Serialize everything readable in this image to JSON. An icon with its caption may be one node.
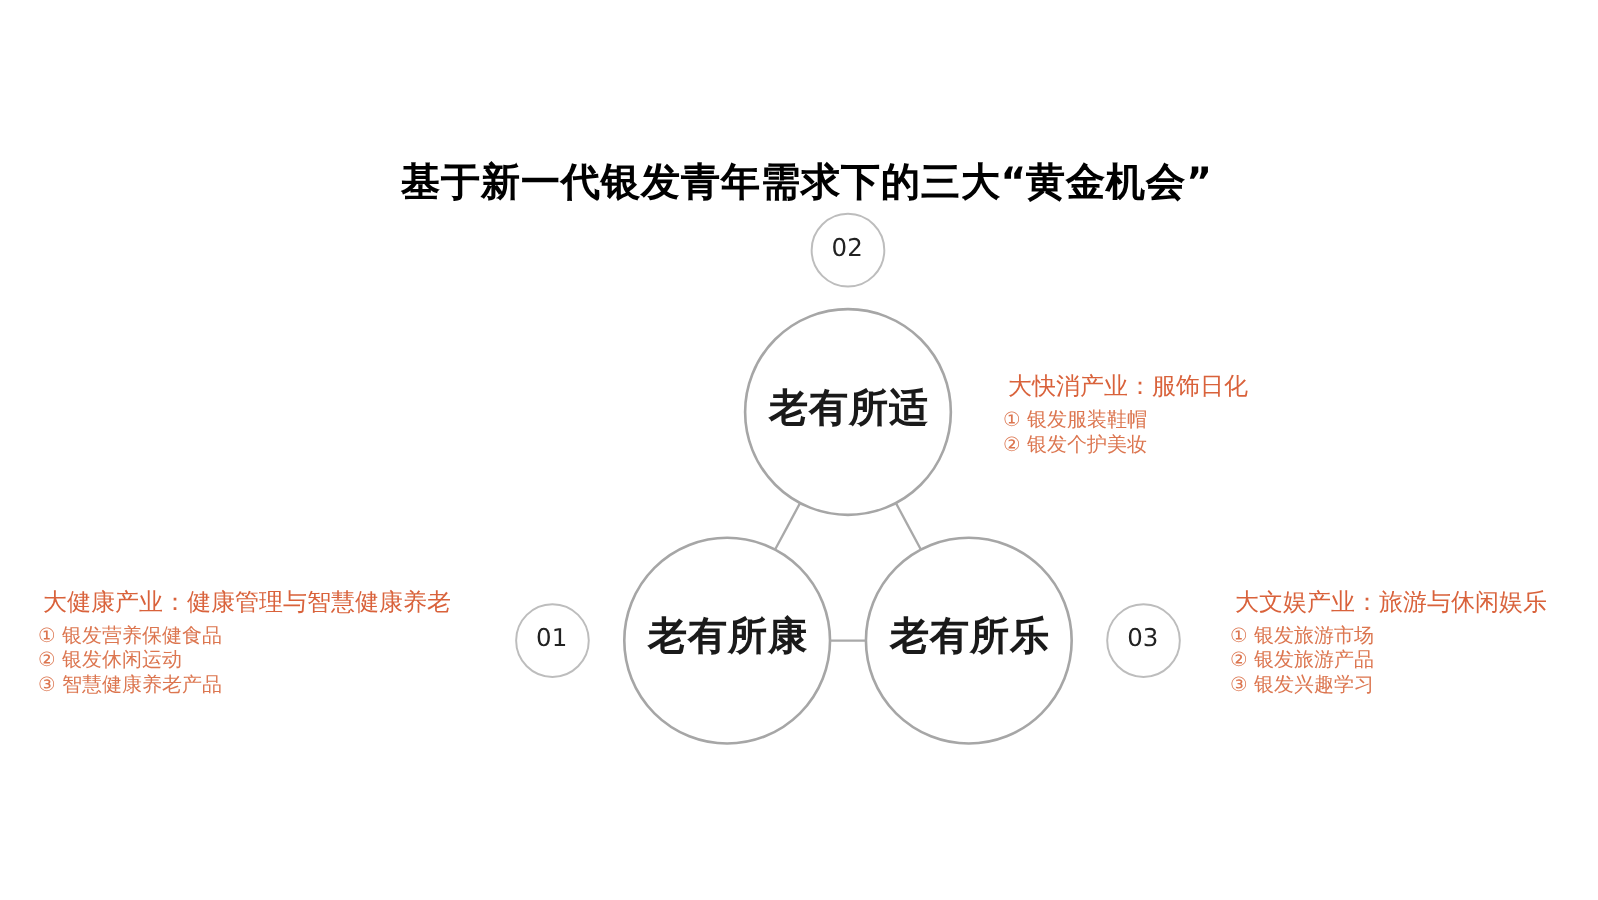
{
  "diagram": {
    "title": "基于新一代银发青年需求下的三大“黄金机会”",
    "nodes": [
      {
        "text": [
          "老有所适"
        ],
        "beside": [
          "大快消产业：服饰日化",
          "① 银发服装鞋帽",
          "② 银发个护美妆"
        ]
      },
      {
        "text": [
          "02"
        ]
      },
      {
        "text": [
          "老有所康"
        ],
        "beside": [
          "大健康产业：健康管理与智慧健康养老",
          "① 银发营养保健食品",
          "② 银发休闲运动",
          "③ 智慧健康养老产品"
        ]
      },
      {
        "text": [
          "01"
        ]
      },
      {
        "text": [
          "老有所乐"
        ],
        "beside": [
          "大文娱产业：旅游与休闲娱乐",
          "① 银发旅游市场",
          "② 银发旅游产品",
          "③ 银发兴趣学习"
        ]
      },
      {
        "text": [
          "03"
        ]
      }
    ],
    "edges": [
      {
        "from": 0,
        "to": 2,
        "arrow": "none"
      },
      {
        "from": 0,
        "to": 4,
        "arrow": "none"
      },
      {
        "from": 2,
        "to": 4,
        "arrow": "none"
      }
    ]
  }
}
